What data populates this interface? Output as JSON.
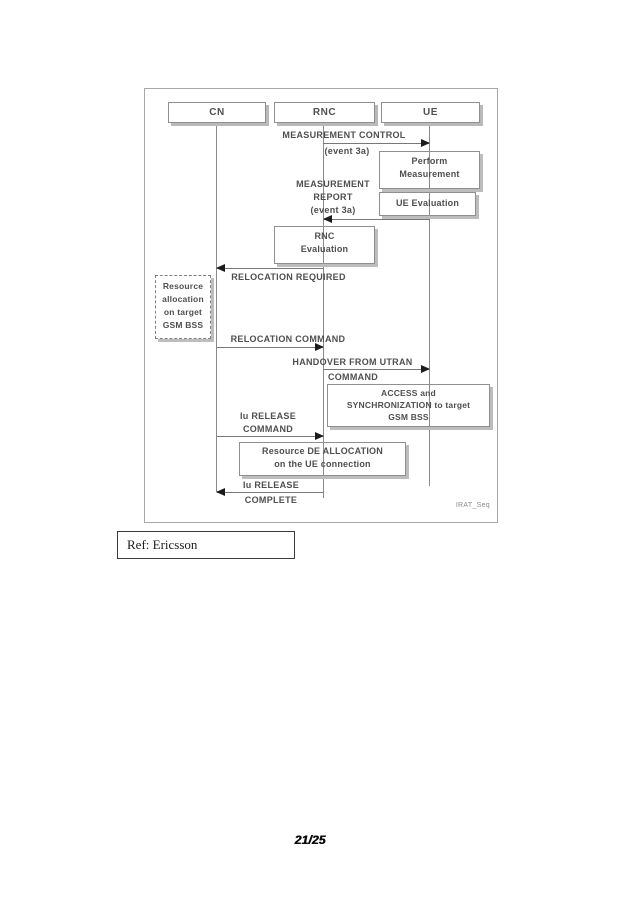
{
  "page": {
    "ref": "Ref: Ericsson",
    "page_number": "21/25"
  },
  "colors": {
    "diagram_line": "#787878",
    "diagram_text": "#4f4f4f",
    "box_shadow": "#bdbdbd",
    "arrowhead": "#1c1c1c"
  },
  "diagram": {
    "caption": "IRAT_Seq",
    "actors": [
      {
        "label": "CN"
      },
      {
        "label": "RNC"
      },
      {
        "label": "UE"
      }
    ],
    "messages": [
      {
        "name": "measurement-control",
        "from": "RNC",
        "to": "UE",
        "lines": [
          "MEASUREMENT CONTROL",
          "(event 3a)"
        ]
      },
      {
        "name": "measurement-report",
        "from": "UE",
        "to": "RNC",
        "lines": [
          "MEASUREMENT",
          "REPORT",
          "(event 3a)"
        ]
      },
      {
        "name": "relocation-required",
        "from": "RNC",
        "to": "CN",
        "lines": [
          "RELOCATION REQUIRED"
        ]
      },
      {
        "name": "relocation-command",
        "from": "CN",
        "to": "RNC",
        "lines": [
          "RELOCATION COMMAND"
        ]
      },
      {
        "name": "handover-from-utran-command",
        "from": "RNC",
        "to": "UE",
        "lines": [
          "HANDOVER FROM UTRAN",
          "COMMAND"
        ]
      },
      {
        "name": "iu-release-command",
        "from": "CN",
        "to": "RNC",
        "lines": [
          "Iu RELEASE",
          "COMMAND"
        ]
      },
      {
        "name": "iu-release-complete",
        "from": "RNC",
        "to": "CN",
        "lines": [
          "Iu RELEASE",
          "COMPLETE"
        ]
      }
    ],
    "activities": [
      {
        "name": "perform-measurement",
        "actor": "UE",
        "lines": [
          "Perform",
          "Measurement"
        ]
      },
      {
        "name": "ue-evaluation",
        "actor": "UE",
        "lines": [
          "UE Evaluation"
        ]
      },
      {
        "name": "rnc-evaluation",
        "actor": "RNC",
        "lines": [
          "RNC",
          "Evaluation"
        ]
      },
      {
        "name": "resource-allocation-target-gsm-bss",
        "actor": "CN",
        "style": "dashed",
        "lines": [
          "Resource",
          "allocation",
          "on target",
          "GSM BSS"
        ]
      },
      {
        "name": "access-and-synchronization",
        "actor": "UE",
        "lines": [
          "ACCESS and",
          "SYNCHRONIZATION to target",
          "GSM BSS"
        ]
      },
      {
        "name": "resource-deallocation",
        "actor": "RNC",
        "lines": [
          "Resource DE ALLOCATION",
          "on the UE connection"
        ]
      }
    ]
  }
}
